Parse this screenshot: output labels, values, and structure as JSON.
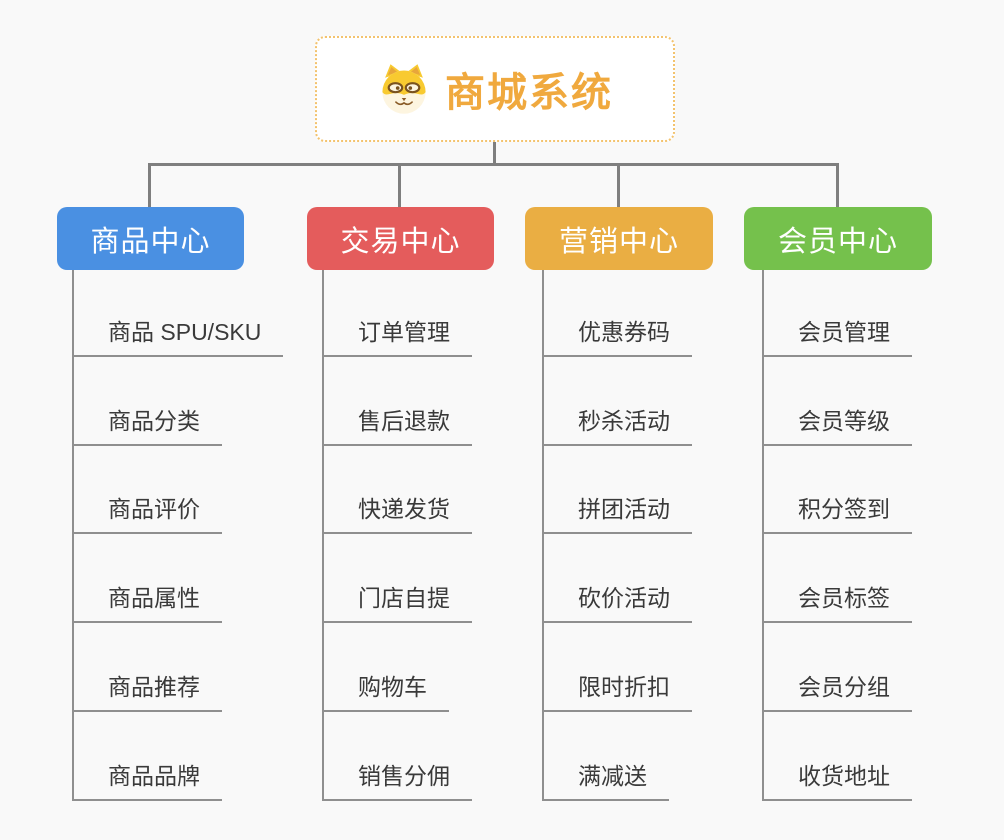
{
  "root": {
    "title": "商城系统",
    "title_color": "#f0a93e",
    "border_color": "#f3c36e",
    "icon": "doge-icon"
  },
  "connector_color": "#7f7f7f",
  "background_color": "#f9f9f9",
  "branches": [
    {
      "label": "商品中心",
      "color": "#4a90e2",
      "items": [
        "商品 SPU/SKU",
        "商品分类",
        "商品评价",
        "商品属性",
        "商品推荐",
        "商品品牌"
      ]
    },
    {
      "label": "交易中心",
      "color": "#e45c5c",
      "items": [
        "订单管理",
        "售后退款",
        "快递发货",
        "门店自提",
        "购物车",
        "销售分佣"
      ]
    },
    {
      "label": "营销中心",
      "color": "#eaae43",
      "items": [
        "优惠券码",
        "秒杀活动",
        "拼团活动",
        "砍价活动",
        "限时折扣",
        "满减送"
      ]
    },
    {
      "label": "会员中心",
      "color": "#75c14c",
      "items": [
        "会员管理",
        "会员等级",
        "积分签到",
        "会员标签",
        "会员分组",
        "收货地址"
      ]
    }
  ]
}
